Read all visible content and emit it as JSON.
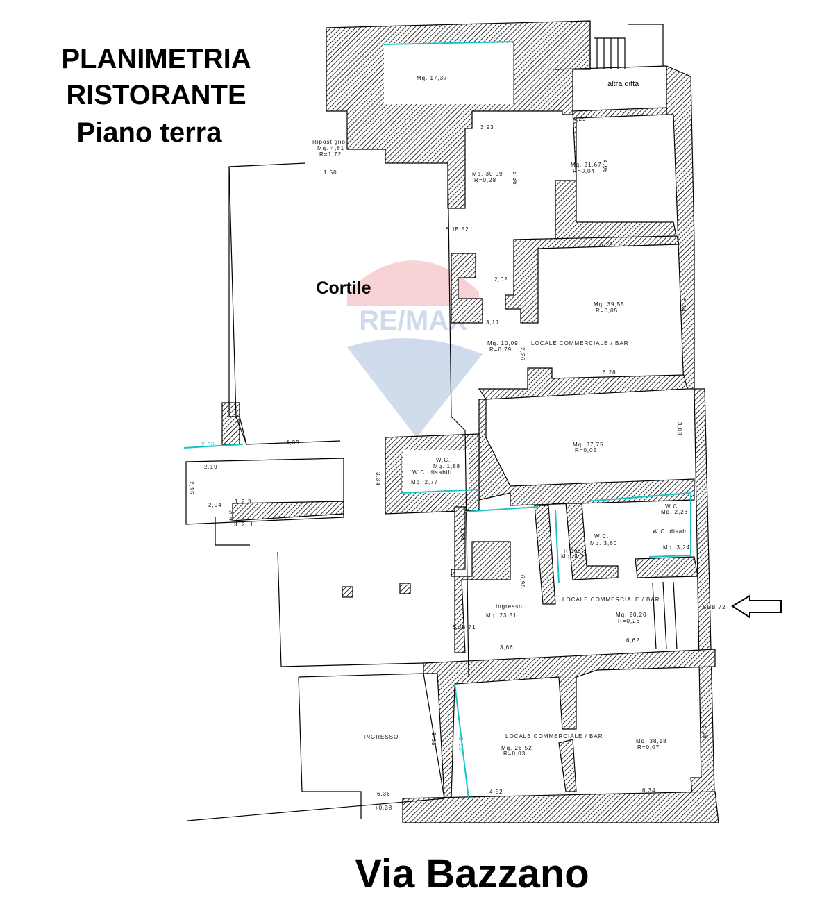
{
  "title": {
    "line1": "PLANIMETRIA",
    "line2": "RISTORANTE",
    "line3": "Piano terra"
  },
  "street": "Via Bazzano",
  "watermark": {
    "text": "RE/MAX",
    "colors": {
      "red": "#d9393f",
      "blue": "#2a5caa"
    }
  },
  "colors": {
    "wall_hatch": "#000000",
    "dimension_cyan": "#19c3c3"
  },
  "labels": {
    "altra_ditta": "altra ditta",
    "cortile": "Cortile",
    "sub52": "SUB 52",
    "sub71": "SUB 71",
    "sub72": "SUB 72",
    "ingresso_upper": "Ingresso",
    "ingresso_lower": "INGRESSO",
    "locale_1": "LOCALE COMMERCIALE / BAR",
    "locale_2": "LOCALE COMMERCIALE / BAR",
    "locale_3": "LOCALE COMMERCIALE / BAR",
    "elevation": "+0,38"
  },
  "rooms": [
    {
      "name": "",
      "area": "Mq. 17,37",
      "r": ""
    },
    {
      "name": "Ripostiglio",
      "area": "Mq. 4,61",
      "r": "R=1,72"
    },
    {
      "name": "",
      "area": "Mq. 30,09",
      "r": "R=0,28"
    },
    {
      "name": "",
      "area": "Mq. 21,67",
      "r": "R=0,04"
    },
    {
      "name": "",
      "area": "Mq. 39,55",
      "r": "R=0,05"
    },
    {
      "name": "",
      "area": "Mq. 10,09",
      "r": "R=0,79"
    },
    {
      "name": "",
      "area": "Mq. 37,75",
      "r": "R=0,05"
    },
    {
      "name": "W.C.",
      "area": "Mq. 1,88",
      "r": ""
    },
    {
      "name": "W.C. disabili",
      "area": "Mq. 2,77",
      "r": ""
    },
    {
      "name": "W.C.",
      "area": "Mq. 2,28",
      "r": ""
    },
    {
      "name": "W.C. disabili",
      "area": "Mq. 3,24",
      "r": ""
    },
    {
      "name": "W.C.",
      "area": "Mq. 3,60",
      "r": ""
    },
    {
      "name": "Ripost.",
      "area": "Mq. 4,25",
      "r": ""
    },
    {
      "name": "Ingresso",
      "area": "Mq. 23,51",
      "r": ""
    },
    {
      "name": "",
      "area": "Mq. 20,20",
      "r": "R=0,26"
    },
    {
      "name": "",
      "area": "Mq. 26,52",
      "r": "R=0,03"
    },
    {
      "name": "",
      "area": "Mq. 38,18",
      "r": "R=0,07"
    }
  ],
  "dimensions": [
    "1,50",
    "3,93",
    "4,29",
    "5,36",
    "4,96",
    "6,29",
    "2,02",
    "6,34",
    "3,17",
    "2,26",
    "6,28",
    "3,83",
    "3,34",
    "2,06",
    "4,39",
    "2,19",
    "2,15",
    "2,04",
    "1,66",
    "6,96",
    "3,66",
    "6,62",
    "5,88",
    "5,60",
    "6,16",
    "6,36",
    "4,52",
    "6,34"
  ],
  "stair_steps": [
    "1",
    "2",
    "3",
    "5",
    "4",
    "3",
    "2",
    "1"
  ]
}
